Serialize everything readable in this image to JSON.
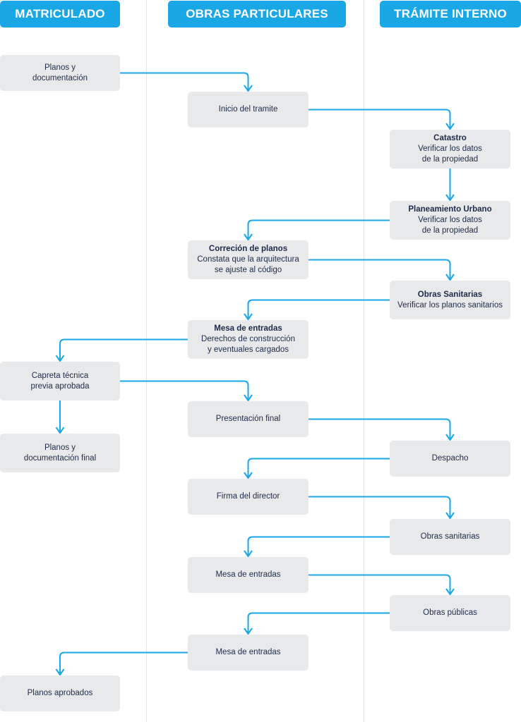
{
  "colors": {
    "accent": "#1aa7e6",
    "box": "#e8e9eb",
    "text": "#1d2b4a"
  },
  "lanes": [
    {
      "label": "MATRICULADO"
    },
    {
      "label": "OBRAS PARTICULARES"
    },
    {
      "label": "TRÁMITE INTERNO"
    }
  ],
  "steps": [
    {
      "id": "s1",
      "lane": 0,
      "title": "",
      "lines": [
        "Planos y",
        "documentación"
      ]
    },
    {
      "id": "s2",
      "lane": 1,
      "title": "",
      "lines": [
        "Inicio del tramite"
      ]
    },
    {
      "id": "s3",
      "lane": 2,
      "title": "Catastro",
      "lines": [
        "Verificar los datos",
        "de la propiedad"
      ]
    },
    {
      "id": "s4",
      "lane": 2,
      "title": "Planeamiento Urbano",
      "lines": [
        "Verificar los datos",
        "de la propiedad"
      ]
    },
    {
      "id": "s5",
      "lane": 1,
      "title": "Correción de planos",
      "lines": [
        "Constata que la arquitectura",
        "se ajuste al código"
      ]
    },
    {
      "id": "s6",
      "lane": 2,
      "title": "Obras Sanitarias",
      "lines": [
        "Verificar los planos sanitarios"
      ]
    },
    {
      "id": "s7",
      "lane": 1,
      "title": "Mesa de entradas",
      "lines": [
        "Derechos de construcción",
        "y eventuales cargados"
      ]
    },
    {
      "id": "s8",
      "lane": 0,
      "title": "",
      "lines": [
        "Capreta técnica",
        "previa aprobada"
      ]
    },
    {
      "id": "s9",
      "lane": 1,
      "title": "",
      "lines": [
        "Presentación final"
      ]
    },
    {
      "id": "s10",
      "lane": 0,
      "title": "",
      "lines": [
        "Planos y",
        "documentación final"
      ]
    },
    {
      "id": "s11",
      "lane": 2,
      "title": "",
      "lines": [
        "Despacho"
      ]
    },
    {
      "id": "s12",
      "lane": 1,
      "title": "",
      "lines": [
        "Firma del director"
      ]
    },
    {
      "id": "s13",
      "lane": 2,
      "title": "",
      "lines": [
        "Obras sanitarias"
      ]
    },
    {
      "id": "s14",
      "lane": 1,
      "title": "",
      "lines": [
        "Mesa de entradas"
      ]
    },
    {
      "id": "s15",
      "lane": 2,
      "title": "",
      "lines": [
        "Obras públicas"
      ]
    },
    {
      "id": "s16",
      "lane": 1,
      "title": "",
      "lines": [
        "Mesa de entradas"
      ]
    },
    {
      "id": "s17",
      "lane": 0,
      "title": "",
      "lines": [
        "Planos aprobados"
      ]
    }
  ],
  "flows": [
    [
      "s1",
      "s2"
    ],
    [
      "s2",
      "s3"
    ],
    [
      "s3",
      "s4"
    ],
    [
      "s4",
      "s5"
    ],
    [
      "s5",
      "s6"
    ],
    [
      "s6",
      "s7"
    ],
    [
      "s7",
      "s8"
    ],
    [
      "s8",
      "s9"
    ],
    [
      "s8",
      "s10"
    ],
    [
      "s9",
      "s11"
    ],
    [
      "s11",
      "s12"
    ],
    [
      "s12",
      "s13"
    ],
    [
      "s13",
      "s14"
    ],
    [
      "s14",
      "s15"
    ],
    [
      "s15",
      "s16"
    ],
    [
      "s16",
      "s17"
    ]
  ]
}
